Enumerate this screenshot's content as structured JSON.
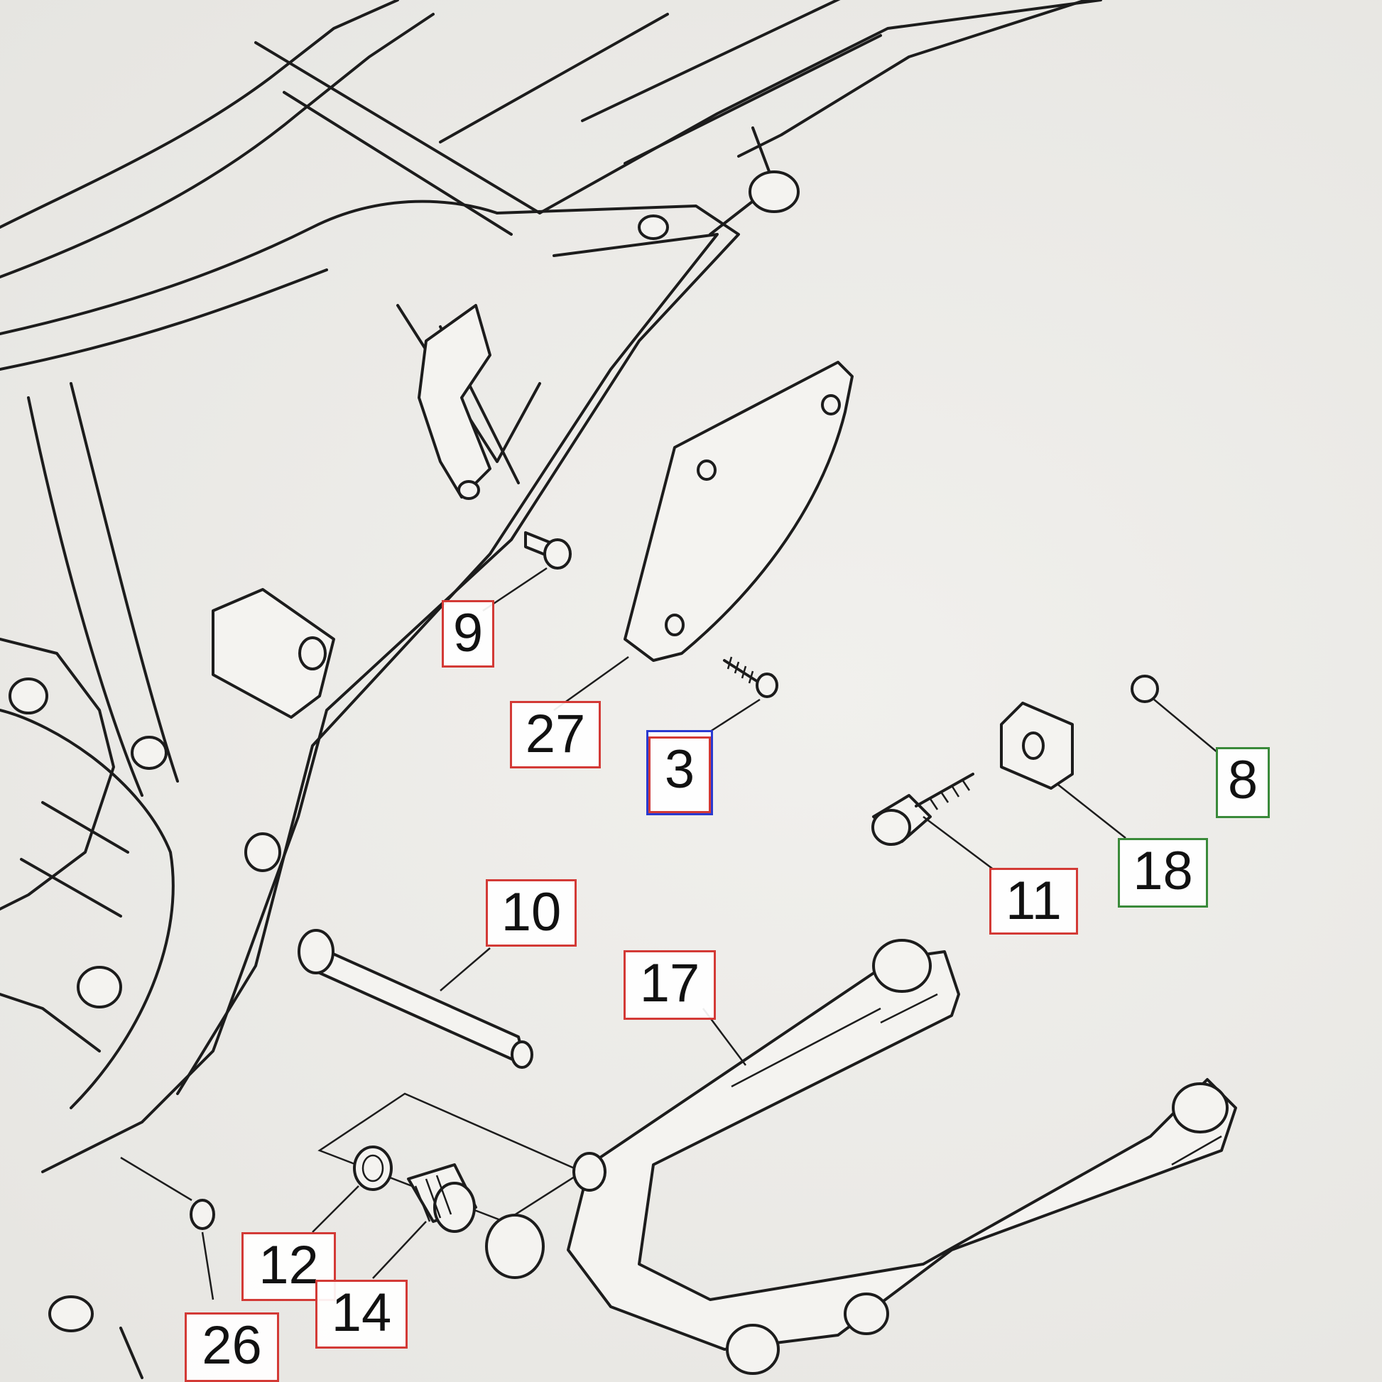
{
  "callouts": [
    {
      "id": "9",
      "label": "9",
      "frame": "red"
    },
    {
      "id": "27",
      "label": "27",
      "frame": "red"
    },
    {
      "id": "3",
      "label": "3",
      "frame": "blue-red"
    },
    {
      "id": "8",
      "label": "8",
      "frame": "green"
    },
    {
      "id": "18",
      "label": "18",
      "frame": "green"
    },
    {
      "id": "11",
      "label": "11",
      "frame": "red"
    },
    {
      "id": "10",
      "label": "10",
      "frame": "red"
    },
    {
      "id": "17",
      "label": "17",
      "frame": "red"
    },
    {
      "id": "12",
      "label": "12",
      "frame": "red"
    },
    {
      "id": "14",
      "label": "14",
      "frame": "red"
    },
    {
      "id": "26",
      "label": "26",
      "frame": "red"
    }
  ],
  "colors": {
    "red": "#d33a36",
    "green": "#3a8a3a",
    "blue": "#2a3ad0",
    "ink": "#1c1c1c"
  }
}
